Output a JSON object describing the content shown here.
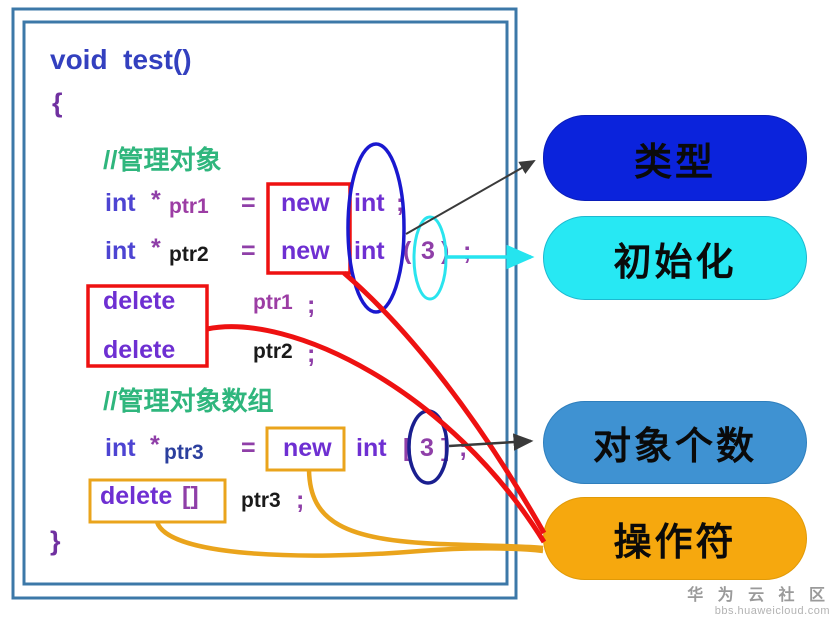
{
  "code": {
    "signature": "void  test()",
    "open_brace": "{",
    "close_brace": "}",
    "comment_manage": "//管理对象",
    "comment_array": "//管理对象数组",
    "line_ptr1": {
      "kw": "int",
      "star": "*",
      "name": "ptr1",
      "eq": "=",
      "new_kw": "new",
      "type_kw": "int",
      "semi": ";"
    },
    "line_ptr2": {
      "kw": "int",
      "star": "*",
      "name": "ptr2",
      "eq": "=",
      "new_kw": "new",
      "type_kw": "int",
      "lparen": "(",
      "value": "3",
      "rparen": ")",
      "semi": ";"
    },
    "line_del1": {
      "kw": "delete",
      "name": "ptr1",
      "semi": ";"
    },
    "line_del2": {
      "kw": "delete",
      "name": "ptr2",
      "semi": ";"
    },
    "line_ptr3": {
      "kw": "int",
      "star": "*",
      "name": "ptr3",
      "eq": "=",
      "new_kw": "new",
      "type_kw": "int",
      "lbracket": "[",
      "value": "3",
      "rbracket": "]",
      "semi": ";"
    },
    "line_del3": {
      "kw": "delete",
      "brackets": "[]",
      "name": "ptr3",
      "semi": ";"
    }
  },
  "labels": {
    "type": {
      "text": "类型",
      "bg": "#0b23dc"
    },
    "init": {
      "text": "初始化",
      "bg": "#27e8f3"
    },
    "count": {
      "text": "对象个数",
      "bg": "#3f92d2"
    },
    "operator": {
      "text": "操作符",
      "bg": "#f6a80e"
    }
  },
  "watermark": {
    "title": "华 为 云 社 区",
    "url": "bbs.huaweicloud.com"
  },
  "colors": {
    "border_blue": "#3c78a8",
    "annotation_red": "#ee1111",
    "annotation_orange": "#eaa41c",
    "ellipse_blue": "#1a18cf",
    "ellipse_cyan": "#2ae4ee",
    "ellipse_navy": "#1a1f8f",
    "arrow_dark": "#3a3a3a",
    "arrow_cyan": "#25e4ef"
  }
}
